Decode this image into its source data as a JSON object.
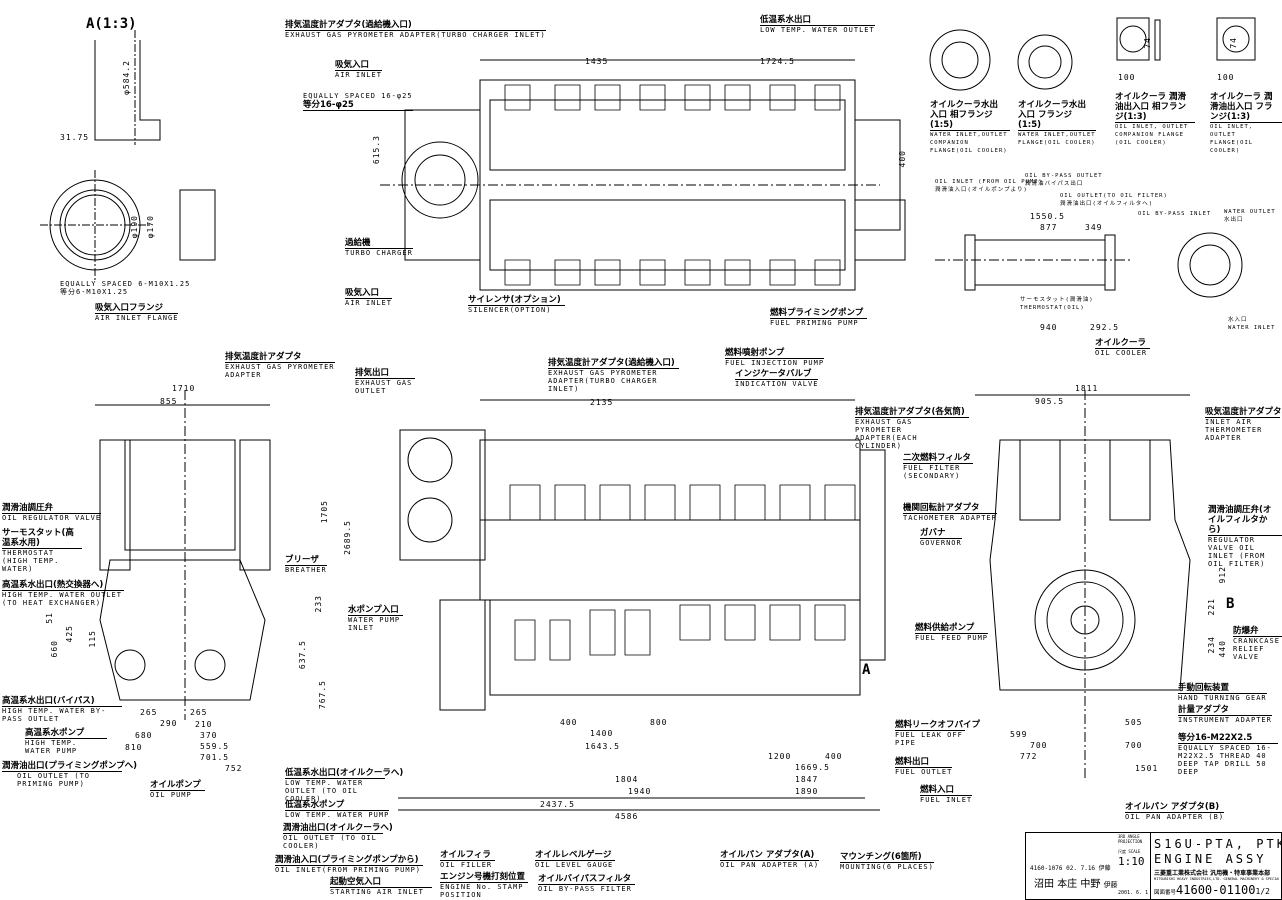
{
  "title_block": {
    "model": "S16U-PTA, PTK",
    "name": "ENGINE ASSY",
    "company": "三菱重工業株式会社 汎用機・特車事業本部",
    "company_en": "MITSUBISHI HEAVY INDUSTRIES,LTD. GENERAL MACHINERY & SPECIAL VEHICLE HEADQUARTERS",
    "drawing_no_label": "図面番号",
    "drawing_no": "41600-01100",
    "sheet": "1/2",
    "scale_label": "尺度 SCALE",
    "scale": "1:10",
    "projection": "3RD ANGLE PROJECTION",
    "revision": "4160-1076",
    "rev_date": "02. 7.16",
    "rev_by": "伊藤",
    "approved": "沼田",
    "checked": "本庄",
    "checked2": "中野",
    "drawn": "伊藤",
    "drawn_date": "2001. 6. 1"
  },
  "view_labels": {
    "detail_a": "A(1:3)",
    "view_a": "A",
    "view_b": "B"
  },
  "callouts": [
    {
      "jp": "排気温度計アダプタ(過給機入口)",
      "en": "EXHAUST GAS PYROMETER ADAPTER(TURBO CHARGER INLET)"
    },
    {
      "jp": "吸気入口",
      "en": "AIR INLET"
    },
    {
      "jp": "等分16-φ25",
      "en": "EQUALLY SPACED 16-φ25"
    },
    {
      "jp": "過給機",
      "en": "TURBO CHARGER"
    },
    {
      "jp": "吸気入口",
      "en": "AIR INLET"
    },
    {
      "jp": "サイレンサ(オプション)",
      "en": "SILENCER(OPTION)"
    },
    {
      "jp": "低温系水出口",
      "en": "LOW TEMP. WATER OUTLET"
    },
    {
      "jp": "燃料プライミングポンプ",
      "en": "FUEL PRIMING PUMP"
    },
    {
      "jp": "吸気入口フランジ",
      "en": "AIR INLET FLANGE"
    },
    {
      "jp": "等分6-M10X1.25",
      "en": "EQUALLY SPACED 6-M10X1.25"
    },
    {
      "jp": "オイルクーラ水出入口 相フランジ(1:5)",
      "en": "WATER INLET,OUTLET COMPANION FLANGE(OIL COOLER)"
    },
    {
      "jp": "オイルクーラ水出入口 フランジ(1:5)",
      "en": "WATER INLET,OUTLET FLANGE(OIL COOLER)"
    },
    {
      "jp": "オイルクーラ 潤滑油出入口 相フランジ(1:3)",
      "en": "OIL INLET, OUTLET COMPANION FLANGE (OIL COOLER)"
    },
    {
      "jp": "オイルクーラ 潤滑油出入口 フランジ(1:3)",
      "en": "OIL INLET, OUTLET FLANGE(OIL COOLER)"
    },
    {
      "jp": "潤滑油入口(オイルポンプより)",
      "en": "OIL INLET (FROM OIL PUMP)"
    },
    {
      "jp": "潤滑油バイパス出口",
      "en": "OIL BY-PASS OUTLET"
    },
    {
      "jp": "潤滑油出口(オイルフィルタへ)",
      "en": "OIL OUTLET(TO OIL FILTER)"
    },
    {
      "jp": "",
      "en": "OIL BY-PASS INLET"
    },
    {
      "jp": "水出口",
      "en": "WATER OUTLET"
    },
    {
      "jp": "水入口",
      "en": "WATER INLET"
    },
    {
      "jp": "サーモスタット(潤滑油)",
      "en": "THERMOSTAT(OIL)"
    },
    {
      "jp": "オイルクーラ",
      "en": "OIL COOLER"
    },
    {
      "jp": "排気温度計アダプタ",
      "en": "EXHAUST GAS PYROMETER ADAPTER"
    },
    {
      "jp": "潤滑油調圧弁",
      "en": "OIL REGULATOR VALVE"
    },
    {
      "jp": "サーモスタット(高温系水用)",
      "en": "THERMOSTAT (HIGH TEMP. WATER)"
    },
    {
      "jp": "高温系水出口(熱交換器へ)",
      "en": "HIGH TEMP. WATER OUTLET (TO HEAT EXCHANGER)"
    },
    {
      "jp": "ブリーザ",
      "en": "BREATHER"
    },
    {
      "jp": "高温系水出口(バイパス)",
      "en": "HIGH TEMP. WATER BY-PASS OUTLET"
    },
    {
      "jp": "高温系水ポンプ",
      "en": "HIGH TEMP. WATER PUMP"
    },
    {
      "jp": "潤滑油出口(プライミングポンプへ)",
      "en": "OIL OUTLET (TO PRIMING PUMP)"
    },
    {
      "jp": "オイルポンプ",
      "en": "OIL PUMP"
    },
    {
      "jp": "低温系水出口(オイルクーラへ)",
      "en": "LOW TEMP. WATER OUTLET (TO OIL COOLER)"
    },
    {
      "jp": "低温系水ポンプ",
      "en": "LOW TEMP. WATER PUMP"
    },
    {
      "jp": "潤滑油出口(オイルクーラへ)",
      "en": "OIL OUTLET (TO OIL COOLER)"
    },
    {
      "jp": "潤滑油入口(プライミングポンプから)",
      "en": "OIL INLET(FROM PRIMING PUMP)"
    },
    {
      "jp": "起動空気入口",
      "en": "STARTING AIR INLET"
    },
    {
      "jp": "オイルフィラ",
      "en": "OIL FILLER"
    },
    {
      "jp": "エンジン号機打刻位置",
      "en": "ENGINE No. STAMP POSITION"
    },
    {
      "jp": "オイルレベルゲージ",
      "en": "OIL LEVEL GAUGE"
    },
    {
      "jp": "オイルバイパスフィルタ",
      "en": "OIL BY-PASS FILTER"
    },
    {
      "jp": "オイルパン アダプタ(A)",
      "en": "OIL PAN ADAPTER (A)"
    },
    {
      "jp": "マウンチング(6箇所)",
      "en": "MOUNTING(6 PLACES)"
    },
    {
      "jp": "排気出口",
      "en": "EXHAUST GAS OUTLET"
    },
    {
      "jp": "排気温度計アダプタ(過給機入口)",
      "en": "EXHAUST GAS PYROMETER ADAPTER(TURBO CHARGER INLET)"
    },
    {
      "jp": "燃料噴射ポンプ",
      "en": "FUEL INJECTION PUMP"
    },
    {
      "jp": "インジケータバルブ",
      "en": "INDICATION VALVE"
    },
    {
      "jp": "排気温度計アダプタ(各気筒)",
      "en": "EXHAUST GAS PYROMETER ADAPTER(EACH CYLINDER)"
    },
    {
      "jp": "水ポンプ入口",
      "en": "WATER PUMP INLET"
    },
    {
      "jp": "燃料リークオフパイプ",
      "en": "FUEL LEAK OFF PIPE"
    },
    {
      "jp": "燃料出口",
      "en": "FUEL OUTLET"
    },
    {
      "jp": "燃料入口",
      "en": "FUEL INLET"
    },
    {
      "jp": "吸気温度計アダプタ",
      "en": "INLET AIR THERMOMETER ADAPTER"
    },
    {
      "jp": "二次燃料フィルタ",
      "en": "FUEL FILTER (SECONDARY)"
    },
    {
      "jp": "機関回転計アダプタ",
      "en": "TACHOMETER ADAPTER"
    },
    {
      "jp": "ガバナ",
      "en": "GOVERNOR"
    },
    {
      "jp": "潤滑油調圧弁(オイルフィルタから)",
      "en": "REGULATOR VALVE OIL INLET (FROM OIL FILTER)"
    },
    {
      "jp": "燃料供給ポンプ",
      "en": "FUEL FEED PUMP"
    },
    {
      "jp": "防爆弁",
      "en": "CRANKCASE RELIEF VALVE"
    },
    {
      "jp": "手動回転装置",
      "en": "HAND TURNING GEAR"
    },
    {
      "jp": "計量アダプタ",
      "en": "INSTRUMENT ADAPTER"
    },
    {
      "jp": "等分16-M22X2.5",
      "en": "EQUALLY SPACED 16-M22X2.5 THREAD 40 DEEP TAP DRILL 50 DEEP"
    },
    {
      "jp": "オイルパン アダプタ(B)",
      "en": "OIL PAN ADAPTER (B)"
    }
  ],
  "dimensions": [
    "1435",
    "1724.5",
    "400",
    "615.3",
    "1710",
    "855",
    "1705",
    "2689.5",
    "2135",
    "1811",
    "905.5",
    "1400",
    "400",
    "800",
    "1643.5",
    "1804",
    "1940",
    "2437.5",
    "4586",
    "1200",
    "400",
    "1669.5",
    "1847",
    "1890",
    "599",
    "505",
    "700",
    "700",
    "772",
    "1501",
    "912",
    "440",
    "234",
    "221",
    "680",
    "810",
    "701.5",
    "752",
    "559.5",
    "265",
    "265",
    "290",
    "210",
    "370",
    "1550.5",
    "877",
    "349",
    "940",
    "292.5",
    "31.75",
    "φ584.2",
    "φ190",
    "φ170",
    "660",
    "425",
    "115",
    "51",
    "233",
    "637.5",
    "767.5",
    "100",
    "74",
    "100",
    "74"
  ]
}
